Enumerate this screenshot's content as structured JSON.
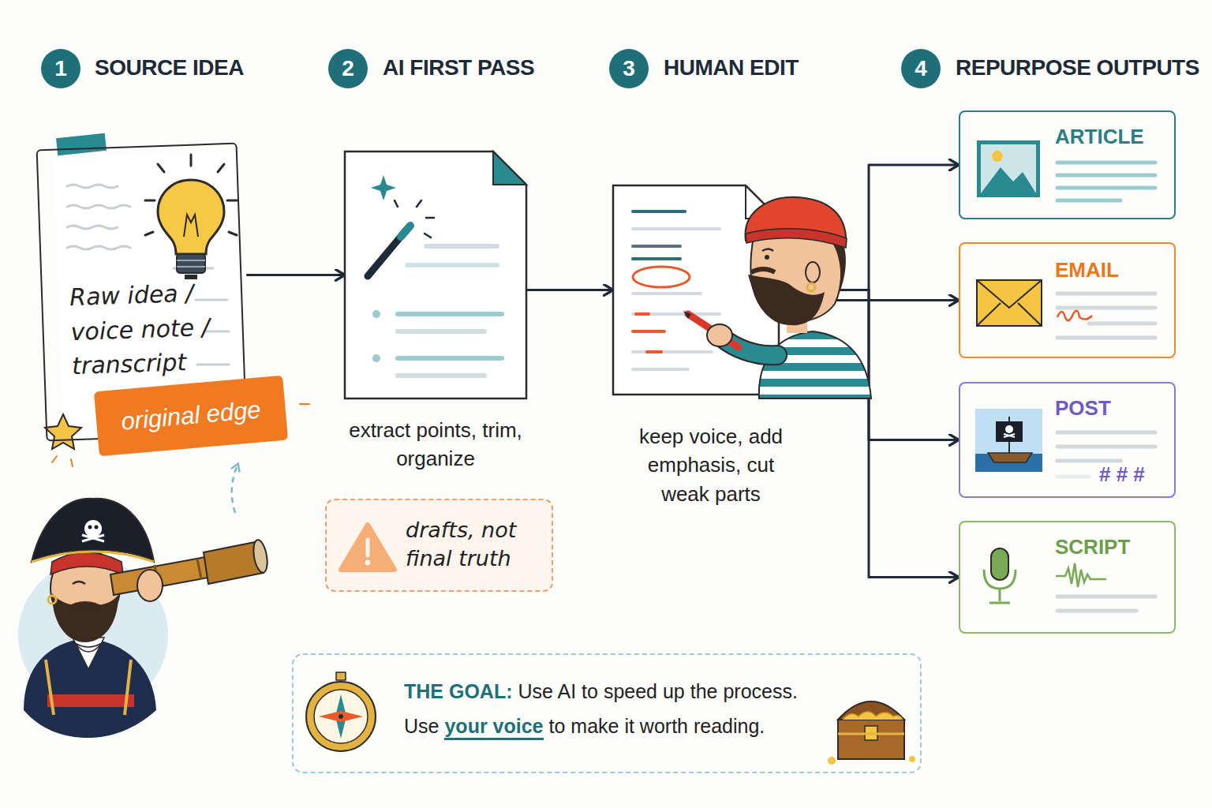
{
  "diagram": {
    "nodes": [
      {
        "text": [
          "Raw idea / voice note / transcript"
        ]
      },
      {
        "text": [
          "original edge"
        ]
      },
      {
        "text": [
          "extract points, trim, organize"
        ]
      },
      {
        "text": [
          "drafts, not final truth"
        ]
      },
      {
        "text": [
          "keep voice, add emphasis, cut weak parts"
        ]
      },
      {
        "text": [
          "ARTICLE"
        ]
      },
      {
        "text": [
          "EMAIL"
        ]
      },
      {
        "text": [
          "POST",
          "# # #"
        ]
      },
      {
        "text": [
          "SCRIPT"
        ]
      },
      {
        "text": [
          "THE GOAL:",
          "Use AI to speed up the process.",
          "Use",
          "your voice",
          "to make it worth reading."
        ]
      }
    ],
    "edges": [
      {
        "from": 0,
        "to": 2,
        "arrow": "to"
      },
      {
        "from": 2,
        "to": 4,
        "arrow": "to"
      },
      {
        "from": 4,
        "to": 5,
        "arrow": "to"
      },
      {
        "from": 4,
        "to": 6,
        "arrow": "to"
      },
      {
        "from": 4,
        "to": 7,
        "arrow": "to"
      },
      {
        "from": 4,
        "to": 8,
        "arrow": "to"
      }
    ],
    "labels": [
      "1",
      "SOURCE IDEA",
      "2",
      "AI FIRST PASS",
      "3",
      "HUMAN EDIT",
      "4",
      "REPURPOSE OUTPUTS"
    ]
  }
}
